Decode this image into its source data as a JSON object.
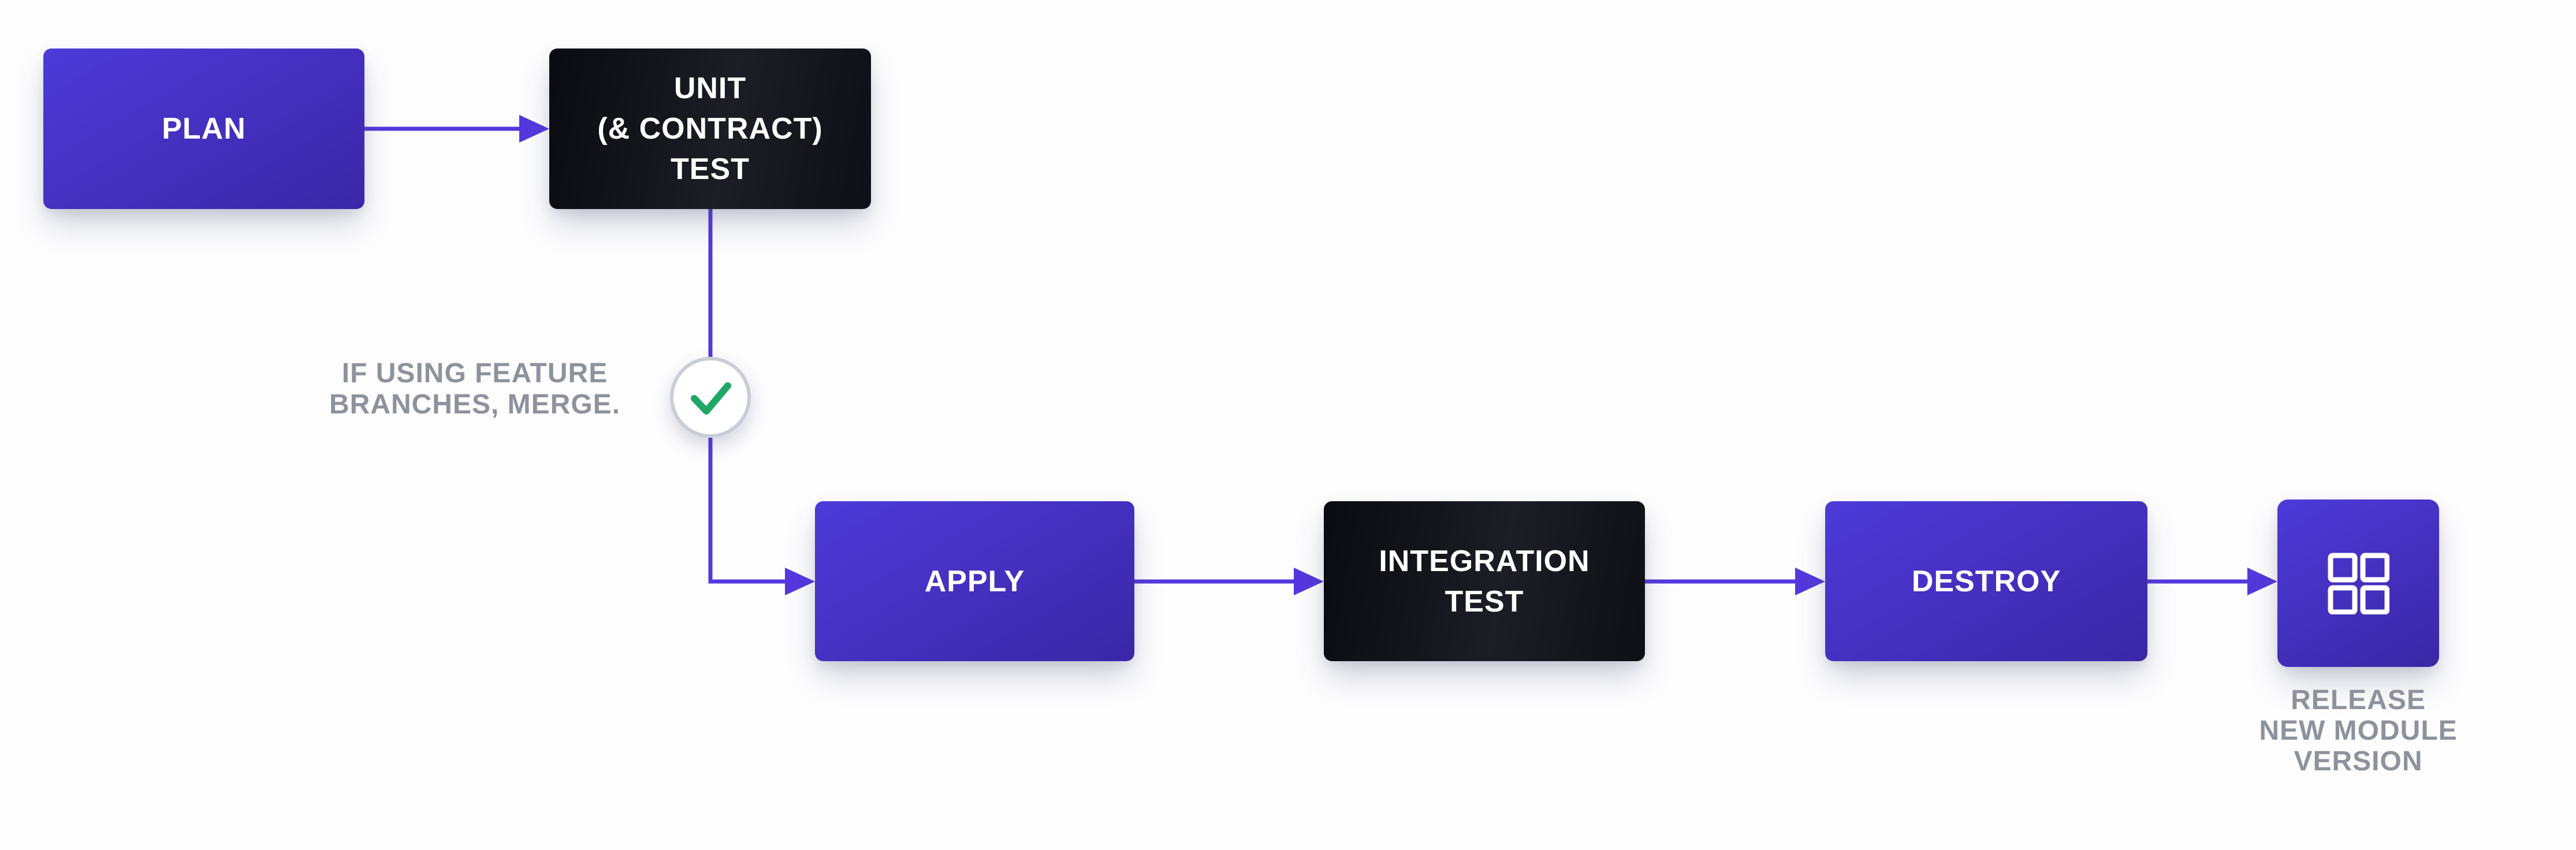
{
  "diagram": {
    "colors": {
      "background": "#fdfdfe",
      "accent": "#5438dd",
      "purple_box_top": "#4e3ad8",
      "purple_box_bottom": "#3a27a6",
      "dark_box_top": "#1c1d25",
      "dark_box_bottom": "#0a0b10",
      "note_text": "#8e929c",
      "check_green": "#21a765",
      "circle_border": "#c9cdd6",
      "box_text": "#ffffff"
    },
    "nodes": {
      "plan": {
        "label": "PLAN"
      },
      "unit_test": {
        "label": "UNIT\n(& CONTRACT)\nTEST"
      },
      "apply": {
        "label": "APPLY"
      },
      "integration_test": {
        "label": "INTEGRATION\nTEST"
      },
      "destroy": {
        "label": "DESTROY"
      },
      "release": {
        "caption": "RELEASE\nNEW MODULE\nVERSION",
        "icon": "module-grid-icon"
      }
    },
    "annotations": {
      "merge_note": "IF USING FEATURE\nBRANCHES, MERGE.",
      "check_icon": "check-icon"
    }
  }
}
